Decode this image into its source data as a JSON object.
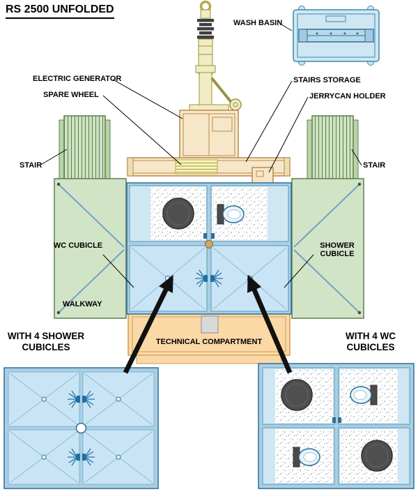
{
  "title": "RS 2500 UNFOLDED",
  "labels": {
    "wash_basin": "WASH BASIN",
    "electric_generator": "ELECTRIC GENERATOR",
    "spare_wheel": "SPARE WHEEL",
    "stairs_storage": "STAIRS STORAGE",
    "jerrycan_holder": "JERRYCAN HOLDER",
    "stair_left": "STAIR",
    "stair_right": "STAIR",
    "wc_cubicle": "WC CUBICLE",
    "shower_cubicle": "SHOWER CUBICLE",
    "walkway": "WALKWAY",
    "technical_compartment": "TECHNICAL COMPARTMENT",
    "variant_shower": "WITH 4 SHOWER CUBICLES",
    "variant_wc": "WITH 4 WC CUBICLES"
  },
  "colors": {
    "walkway_green": "#d2e4c6",
    "green_border": "#5d7f4f",
    "cubicle_blue_light": "#cfe7f2",
    "shower_blue": "#c9e4f4",
    "wall_blue": "#a9cfe5",
    "blue_border": "#2f6f95",
    "chassis_tan": "#f7e7c9",
    "tan_border": "#b98a4a",
    "compartment_orange": "#fbd9a6",
    "orange_border": "#cf9a55",
    "towbar_yellow": "#f1ecc3",
    "fixture_dark": "#4a4a4a",
    "arrow_black": "#111111"
  }
}
